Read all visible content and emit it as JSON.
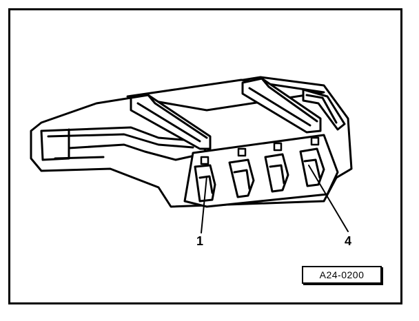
{
  "figure": {
    "callouts": [
      "1",
      "4"
    ],
    "reference_code": "A24-0200"
  }
}
